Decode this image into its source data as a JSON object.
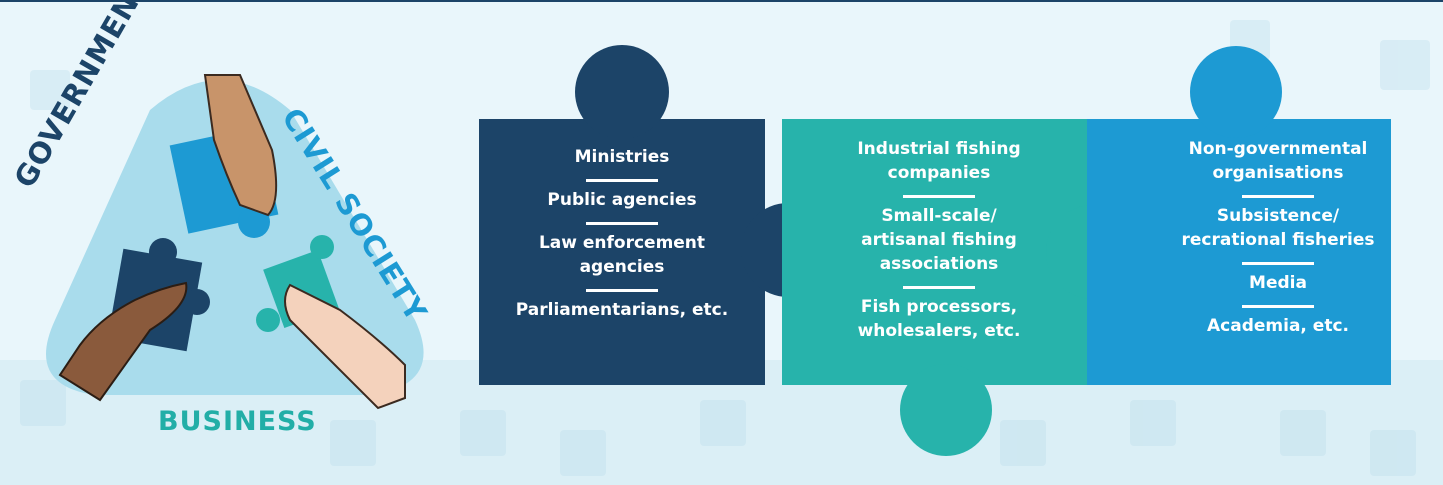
{
  "triangle": {
    "government_label": "GOVERNMENT",
    "civil_society_label": "CIVIL SOCIETY",
    "business_label": "BUSINESS"
  },
  "pieces": {
    "government": {
      "color": "#1c4468",
      "items": [
        "Ministries",
        "Public agencies",
        "Law enforcement agencies",
        "Parliamentarians, etc."
      ]
    },
    "business": {
      "color": "#27b3ab",
      "items": [
        "Industrial fishing companies",
        "Small-scale/ artisanal fishing associations",
        "Fish processors, wholesalers, etc."
      ]
    },
    "civil_society": {
      "color": "#1d9ad3",
      "items": [
        "Non-governmental organisations",
        "Subsistence/ recrational fisheries",
        "Media",
        "Academia, etc."
      ]
    }
  },
  "colors": {
    "navy": "#1c4468",
    "teal": "#27b3ab",
    "blue": "#1d9ad3",
    "background": "#e9f6fb"
  }
}
